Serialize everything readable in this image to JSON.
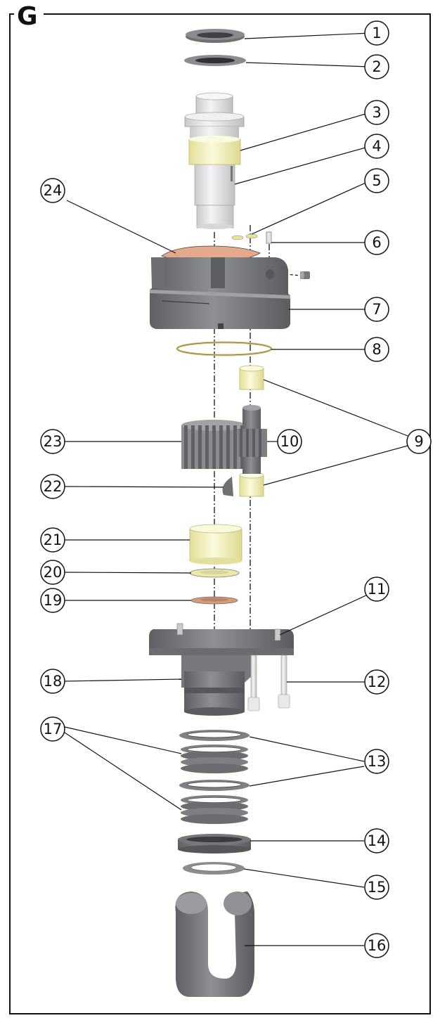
{
  "diagram": {
    "section_letter": "G",
    "callouts": [
      "1",
      "2",
      "3",
      "4",
      "5",
      "6",
      "7",
      "8",
      "9",
      "10",
      "11",
      "12",
      "13",
      "14",
      "15",
      "16",
      "17",
      "18",
      "19",
      "20",
      "21",
      "22",
      "23",
      "24"
    ]
  },
  "colors": {
    "frame": "#111111",
    "metal": "#7a7c7e",
    "metal_dark": "#55575a",
    "bearing": "#f3f1b8",
    "shaft": "#e8e9ea",
    "copper": "#d9a27f"
  }
}
